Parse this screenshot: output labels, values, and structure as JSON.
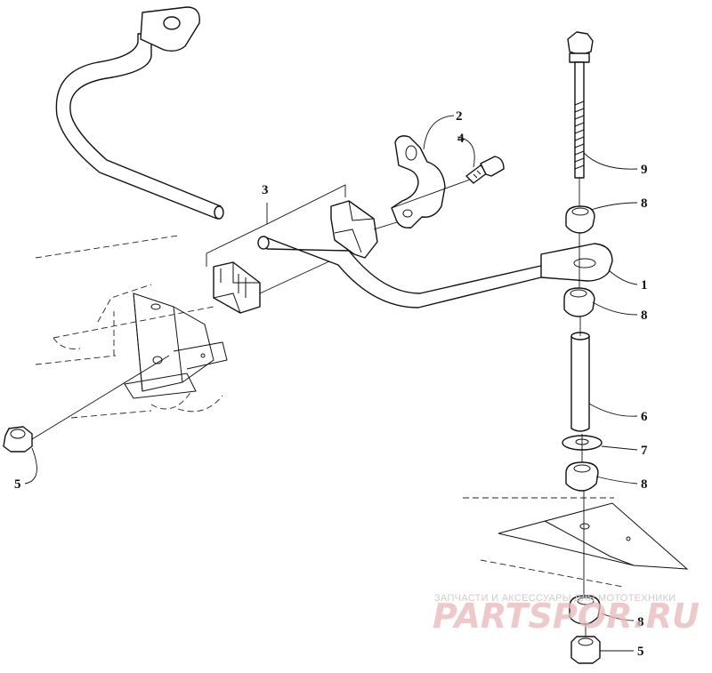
{
  "callouts": {
    "c1": "1",
    "c2": "2",
    "c3": "3",
    "c4": "4",
    "c5a": "5",
    "c5b": "5",
    "c6": "6",
    "c7": "7",
    "c8a": "8",
    "c8b": "8",
    "c8c": "8",
    "c8d": "8",
    "c9": "9"
  },
  "watermark": {
    "caption": "ЗАПЧАСТИ И АКСЕССУАРЫ ДЛЯ МОТОТЕХНИКИ",
    "brand": "PARTSPOR.RU"
  },
  "colors": {
    "line": "#111111",
    "watermark": "#e9b8b8"
  }
}
